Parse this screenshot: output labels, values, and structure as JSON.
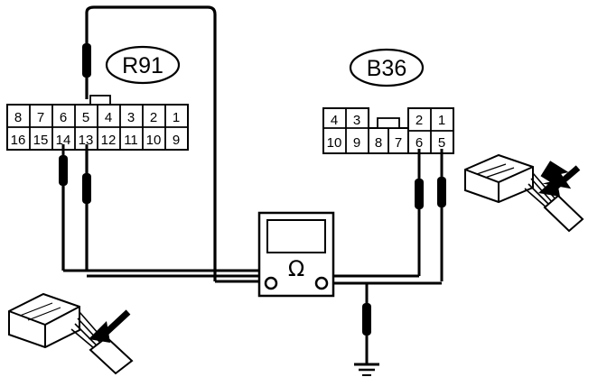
{
  "connectors": {
    "r91": {
      "label": "R91",
      "top_row": [
        "8",
        "7",
        "6",
        "5",
        "4",
        "3",
        "2",
        "1"
      ],
      "bottom_row": [
        "16",
        "15",
        "14",
        "13",
        "12",
        "11",
        "10",
        "9"
      ]
    },
    "b36": {
      "label": "B36",
      "top_row": [
        "4",
        "3",
        "",
        "",
        "2",
        "1"
      ],
      "bottom_row": [
        "10",
        "9",
        "8",
        "7",
        "6",
        "5"
      ]
    }
  },
  "meter": {
    "symbol": "Ω"
  },
  "colors": {
    "line": "#000000",
    "background": "#ffffff"
  },
  "icons": [
    "ohmmeter-icon",
    "ground-icon",
    "harness-connector-icon",
    "insert-arrow-icon"
  ]
}
